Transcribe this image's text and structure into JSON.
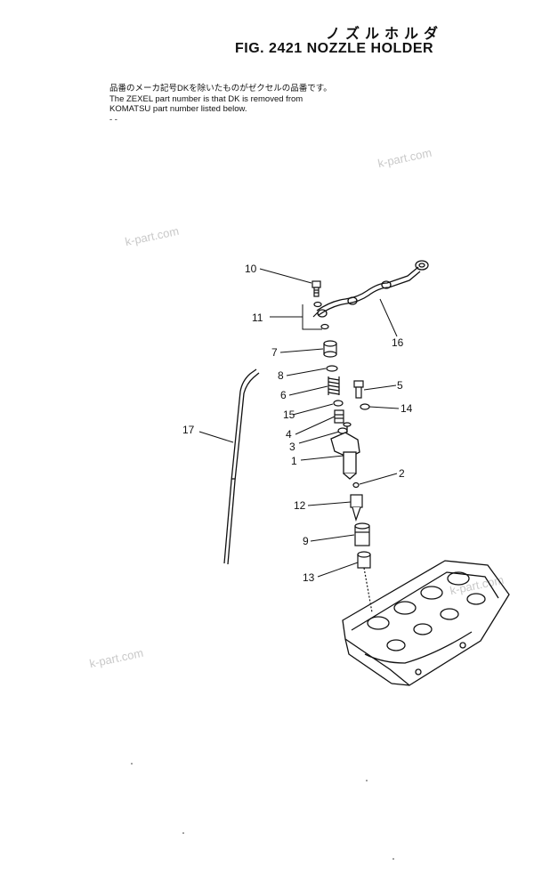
{
  "header": {
    "japanese_title": "ノズルホルダ",
    "figure_title": "FIG. 2421  NOZZLE HOLDER"
  },
  "note": {
    "line_jp": "品番のメーカ記号DKを除いたものがゼクセルの品番です。",
    "line_en_1": "The ZEXEL part number is that DK is removed from",
    "line_en_2": "KOMATSU part number listed below.",
    "line_dash": "- -"
  },
  "watermarks": [
    "k-part.com",
    "k-part.com",
    "k-part.com",
    "k-part.com"
  ],
  "callouts": [
    "10",
    "11",
    "16",
    "7",
    "8",
    "6",
    "5",
    "14",
    "15",
    "4",
    "3",
    "17",
    "1",
    "2",
    "12",
    "9",
    "13"
  ]
}
